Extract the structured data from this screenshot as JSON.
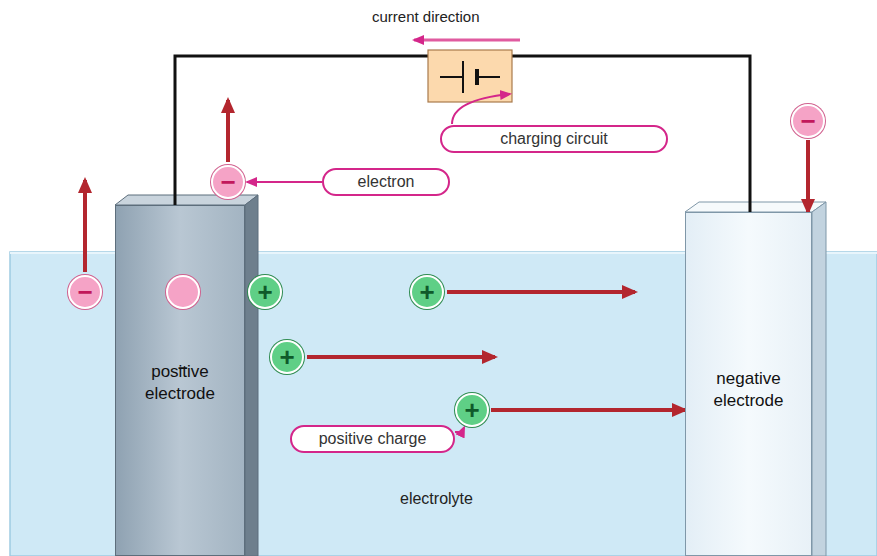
{
  "diagram": {
    "nodes": [
      {
        "text": [
          "charging circuit"
        ]
      },
      {
        "text": [
          "−"
        ]
      },
      {
        "text": [
          "−"
        ]
      },
      {
        "text": [
          "electron"
        ]
      },
      {
        "text": [
          "positive electrode"
        ]
      },
      {
        "text": [
          "negative electrode"
        ]
      },
      {
        "text": [
          "−"
        ]
      },
      {
        "text": [
          "−"
        ],
        "in": 4
      },
      {
        "text": [
          "+"
        ]
      },
      {
        "text": [
          "+"
        ]
      },
      {
        "text": [
          "+"
        ]
      },
      {
        "text": [
          "positive charge"
        ]
      },
      {
        "text": [
          "+"
        ]
      }
    ],
    "edges": [
      {
        "from": 3,
        "to": 2,
        "arrow": "to"
      },
      {
        "from": 1,
        "to": 5,
        "arrow": "to"
      },
      {
        "from": 12,
        "to": 5,
        "arrow": "to"
      },
      {
        "from": 11,
        "to": 12,
        "arrow": "to"
      },
      {
        "from": 4,
        "to": 5,
        "arrow": "none"
      }
    ],
    "labels": [
      "current direction",
      "electrolyte"
    ]
  }
}
